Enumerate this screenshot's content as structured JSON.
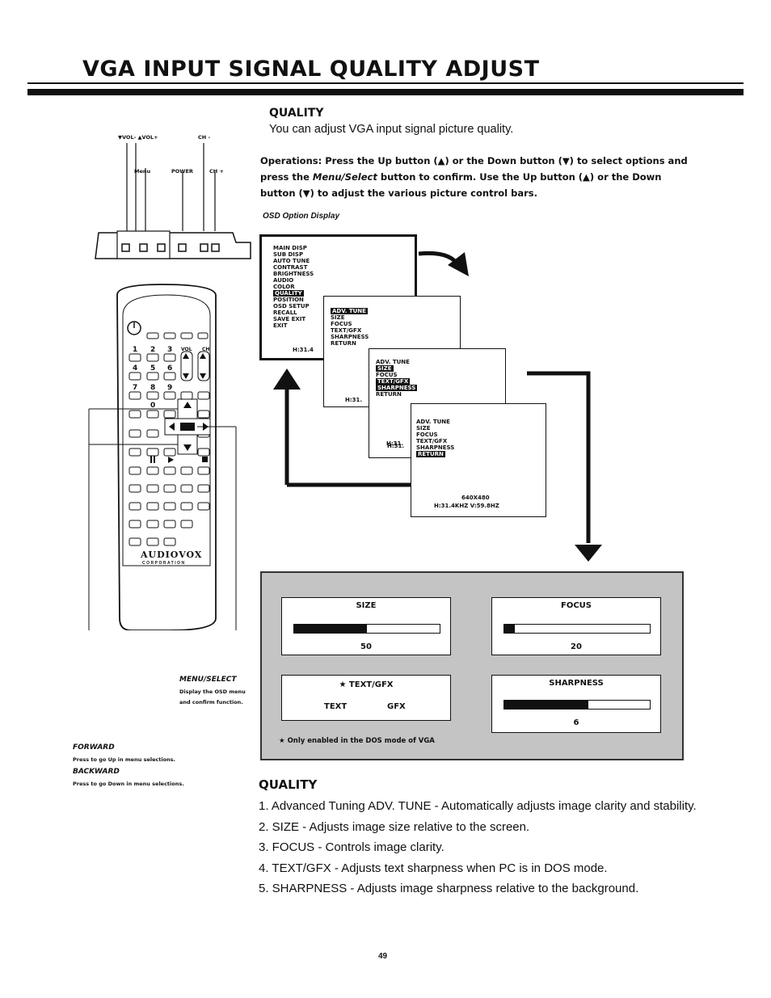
{
  "page": {
    "title": "VGA INPUT SIGNAL QUALITY ADJUST",
    "page_number": "49"
  },
  "intro": {
    "heading": "QUALITY",
    "text": "You can adjust VGA input signal picture quality.",
    "operations_label": "Operations:",
    "operations_text_1": "Press the Up button (▲) or the Down button (▼) to select options and press the",
    "operations_menu_select": "Menu/Select",
    "operations_text_2": "button to confirm. Use the Up button (▲) or the Down button (▼) to adjust the various picture control bars.",
    "osd_option_display": "OSD Option Display"
  },
  "panel_labels": {
    "vol": "▼VOL- ▲VOL+",
    "ch_minus": "CH -",
    "menu": "Menu",
    "power": "POWER",
    "ch_plus": "CH +"
  },
  "remote": {
    "brand": "AUDIOVOX",
    "brand_sub": "CORPORATION",
    "number_keys": [
      "1",
      "2",
      "3",
      "4",
      "5",
      "6",
      "7",
      "8",
      "9",
      "0"
    ],
    "vol_label": "VOL",
    "ch_label": "CH"
  },
  "annotations": {
    "menu_select_title": "MENU/SELECT",
    "menu_select_text_1": "Display the OSD menu",
    "menu_select_text_2": "and confirm function.",
    "forward_title": "FORWARD",
    "forward_text": "Press to go Up in menu selections.",
    "backward_title": "BACKWARD",
    "backward_text": "Press to go Down in menu selections."
  },
  "osd": {
    "main_menu": [
      "MAIN DISP",
      "SUB DISP",
      "AUTO TUNE",
      "CONTRAST",
      "BRIGHTNESS",
      "AUDIO",
      "COLOR",
      "QUALITY",
      "POSITION",
      "OSD SETUP",
      "RECALL",
      "SAVE EXIT",
      "EXIT"
    ],
    "quality_menu": [
      "ADV. TUNE",
      "SIZE",
      "FOCUS",
      "TEXT/GFX",
      "SHARPNESS",
      "RETURN"
    ],
    "resolution": "640X480",
    "frequency": "H:31.4KHZ V:59.8HZ",
    "freq_short_1": "H:31.4",
    "freq_short_2": "H:31.",
    "freq_short_3": "H:31.",
    "freq_short_4": "H:31."
  },
  "adjust": {
    "size_label": "SIZE",
    "size_value": "50",
    "size_fraction": 0.5,
    "focus_label": "FOCUS",
    "focus_value": "20",
    "focus_fraction": 0.07,
    "textgfx_label": "★ TEXT/GFX",
    "text_option": "TEXT",
    "gfx_option": "GFX",
    "sharpness_label": "SHARPNESS",
    "sharpness_value": "6",
    "sharpness_fraction": 0.58,
    "note": "★ Only enabled in the DOS mode of VGA"
  },
  "quality_list": {
    "heading": "QUALITY",
    "items": [
      "1. Advanced Tuning ADV. TUNE - Automatically adjusts image clarity and stability.",
      "2. SIZE - Adjusts image size relative to the screen.",
      "3. FOCUS - Controls image clarity.",
      "4. TEXT/GFX - Adjusts text sharpness when PC is in DOS mode.",
      "5. SHARPNESS - Adjusts image sharpness relative to the background."
    ]
  }
}
